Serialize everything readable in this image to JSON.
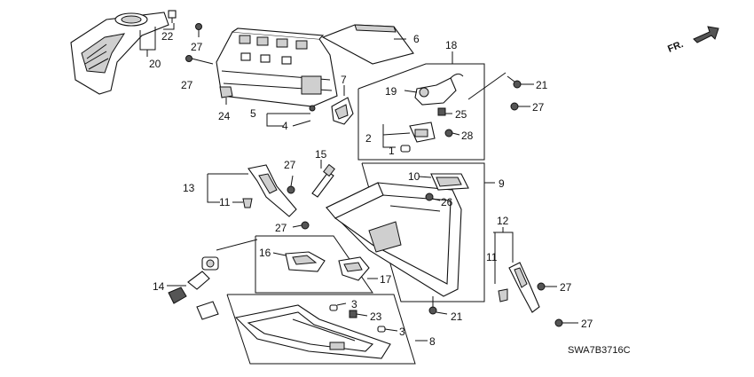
{
  "diagram_code": "SWA7B3716C",
  "direction_label": "FR.",
  "callouts": {
    "c1": "1",
    "c2": "2",
    "c3a": "3",
    "c3b": "3",
    "c4": "4",
    "c5": "5",
    "c6": "6",
    "c7": "7",
    "c8": "8",
    "c9": "9",
    "c10": "10",
    "c11a": "11",
    "c11b": "11",
    "c12": "12",
    "c13": "13",
    "c14": "14",
    "c15": "15",
    "c16": "16",
    "c17": "17",
    "c18": "18",
    "c19": "19",
    "c20": "20",
    "c21a": "21",
    "c21b": "21",
    "c22": "22",
    "c23": "23",
    "c24": "24",
    "c25": "25",
    "c26": "26",
    "c27a": "27",
    "c27b": "27",
    "c27c": "27",
    "c27d": "27",
    "c27e": "27",
    "c27f": "27",
    "c27g": "27",
    "c28": "28"
  }
}
